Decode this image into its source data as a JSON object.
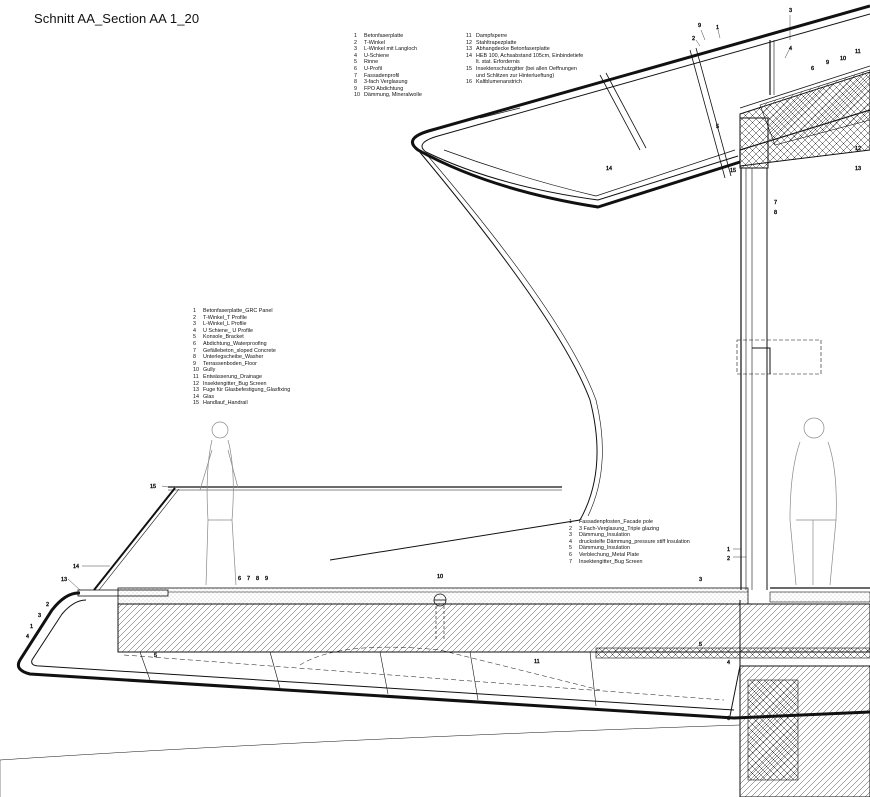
{
  "title": "Schnitt AA_Section AA  1_20",
  "legends": {
    "roof_left": [
      {
        "n": "1",
        "text": "Betonfaserplatte"
      },
      {
        "n": "2",
        "text": "T-Winkel"
      },
      {
        "n": "3",
        "text": "L-Winkel mit Langloch"
      },
      {
        "n": "4",
        "text": "U-Schiene"
      },
      {
        "n": "5",
        "text": "Rinne"
      },
      {
        "n": "6",
        "text": "U-Profil"
      },
      {
        "n": "7",
        "text": "Fassadenprofil"
      },
      {
        "n": "8",
        "text": "3-fach Verglasung"
      },
      {
        "n": "9",
        "text": "FPO Abdichtung"
      },
      {
        "n": "10",
        "text": "Dämmung, Mineralwolle"
      }
    ],
    "roof_right": [
      {
        "n": "11",
        "text": "Dampfsperre"
      },
      {
        "n": "12",
        "text": "Stahltrapezplatte"
      },
      {
        "n": "13",
        "text": "Abhangdecke Betonfaserplatte"
      },
      {
        "n": "14",
        "text": "HEB 100, Achsabstand 105cm, Einbindetiefe"
      },
      {
        "n": "",
        "text": "lt. stat. Erfordernis"
      },
      {
        "n": "15",
        "text": "Insektenschutzgitter (bei allen Oeffnungen"
      },
      {
        "n": "",
        "text": "und Schlitzen zur Hinterlueftung)"
      },
      {
        "n": "16",
        "text": "Kaltblumenanstrich"
      }
    ],
    "terrace": [
      {
        "n": "1",
        "text": "Betonfaserplatte_GRC Panel"
      },
      {
        "n": "2",
        "text": "T-Winkel_T Profile"
      },
      {
        "n": "3",
        "text": "L-Winkel_L Profile"
      },
      {
        "n": "4",
        "text": "U Schiene_ U Profile"
      },
      {
        "n": "5",
        "text": "Konsole_Bracket"
      },
      {
        "n": "6",
        "text": "Abdichtung_Waterproofing"
      },
      {
        "n": "7",
        "text": "Gefällebeton_sloped Concrete"
      },
      {
        "n": "8",
        "text": "Unterlegscheibe_Washer"
      },
      {
        "n": "9",
        "text": "Terrassenboden_Floor"
      },
      {
        "n": "10",
        "text": "Gully"
      },
      {
        "n": "11",
        "text": "Entwässerung_Drainage"
      },
      {
        "n": "12",
        "text": "Insektengitter_Bug Screen"
      },
      {
        "n": "13",
        "text": "Fuge für Glasbefestigung_Glasfixing"
      },
      {
        "n": "14",
        "text": "Glas"
      },
      {
        "n": "15",
        "text": "Handlauf_Handrail"
      }
    ],
    "facade": [
      {
        "n": "1",
        "text": "Fassadenpfosten_Facade pole"
      },
      {
        "n": "2",
        "text": "3 Fach-Verglasung_Triple glazing"
      },
      {
        "n": "3",
        "text": "Dämmung_Insulation"
      },
      {
        "n": "4",
        "text": "druckstelfe Dämmung_pressure stiff Insulation"
      },
      {
        "n": "5",
        "text": "Dämmung_Insulation"
      },
      {
        "n": "6",
        "text": "Verblechung_Metal Plate"
      },
      {
        "n": "7",
        "text": "Insektengitter_Bug Screen"
      }
    ]
  },
  "callouts": {
    "roof": [
      "9",
      "1",
      "2",
      "3",
      "4",
      "5",
      "6",
      "9",
      "10",
      "11",
      "12",
      "13",
      "14",
      "15",
      "7",
      "8"
    ],
    "terrace": [
      "15",
      "14",
      "13",
      "2",
      "3",
      "1",
      "4",
      "5",
      "6",
      "7",
      "8",
      "9",
      "10",
      "11",
      "3"
    ],
    "facade": [
      "1",
      "2",
      "5",
      "4",
      "6"
    ]
  }
}
